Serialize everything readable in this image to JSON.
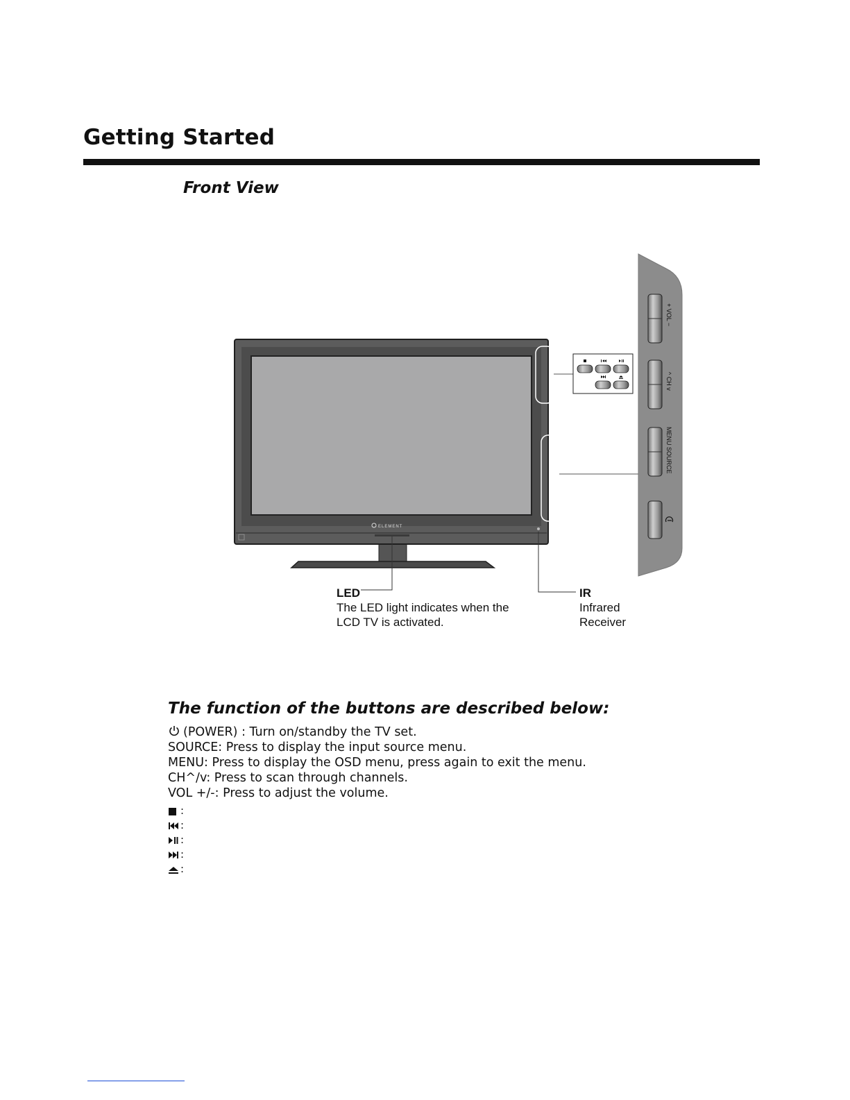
{
  "page": {
    "title": "Getting Started",
    "section_title": "Front View"
  },
  "diagram": {
    "side_panel_labels": {
      "vol": "+ VOL −",
      "ch": "^ CH v",
      "menu_source": "MENU SOURCE"
    },
    "brand": "ELEMENT",
    "callouts": {
      "led": {
        "head": "LED",
        "line1": "The LED light indicates when the",
        "line2": "LCD TV is activated."
      },
      "ir": {
        "head": "IR",
        "line1": "Infrared",
        "line2": "Receiver"
      }
    }
  },
  "functions": {
    "title": "The function of the buttons are described below:",
    "items": [
      {
        "label": "(POWER) : Turn on/standby the TV set."
      },
      {
        "label": "SOURCE: Press to display the input source menu."
      },
      {
        "label": "MENU: Press to display the OSD menu, press again to exit the menu."
      },
      {
        "label": "CH^/v: Press to scan through channels."
      },
      {
        "label": "VOL +/-: Press to adjust the volume."
      }
    ],
    "symbols": [
      {
        "icon": "stop-icon",
        "text": ":"
      },
      {
        "icon": "previous-icon",
        "text": ":"
      },
      {
        "icon": "play-pause-icon",
        "text": ":"
      },
      {
        "icon": "next-icon",
        "text": ":"
      },
      {
        "icon": "eject-icon",
        "text": ":"
      }
    ]
  }
}
